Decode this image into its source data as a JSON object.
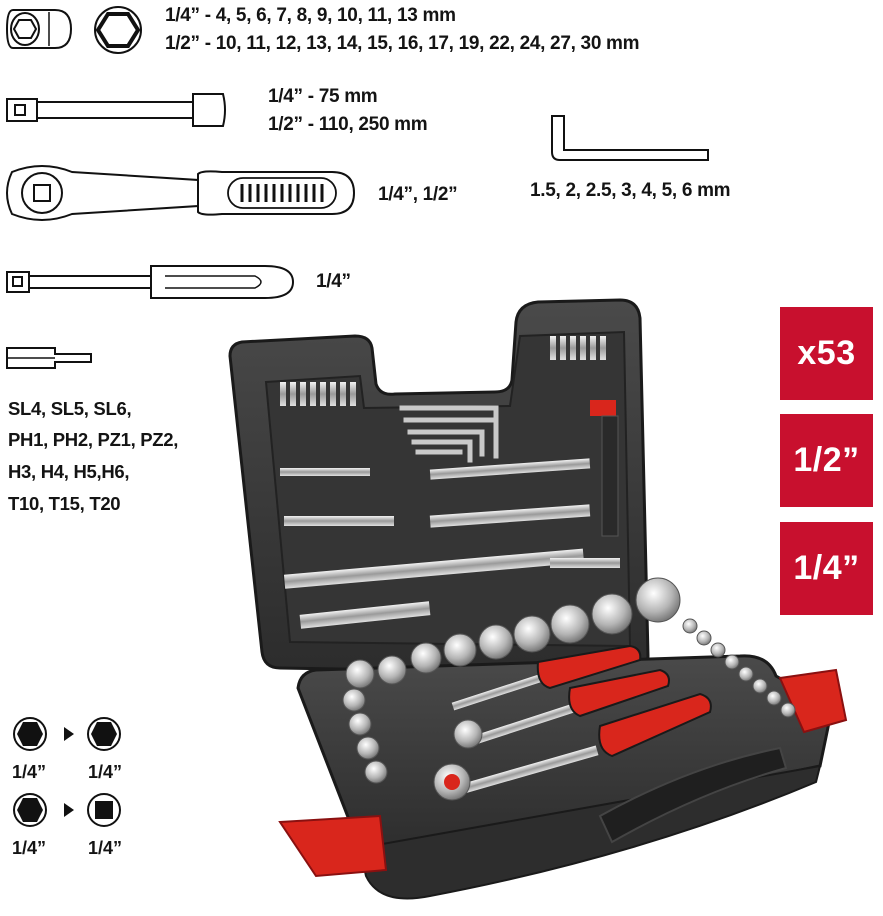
{
  "socket_sizes": {
    "line1": "1/4” - 4, 5, 6, 7, 8, 9, 10, 11, 13 mm",
    "line2": "1/2” - 10, 11, 12, 13, 14, 15, 16, 17, 19, 22, 24, 27, 30 mm"
  },
  "extension_sizes": {
    "line1": "1/4” - 75 mm",
    "line2": "1/2” - 110, 250 mm"
  },
  "ratchet_sizes": "1/4”, 1/2”",
  "screwdriver_size": "1/4”",
  "hex_key_sizes": "1.5, 2, 2.5, 3, 4, 5, 6 mm",
  "bits": {
    "line1": "SL4, SL5, SL6,",
    "line2": "PH1, PH2, PZ1, PZ2,",
    "line3": "H3, H4, H5,H6,",
    "line4": "T10, T15, T20"
  },
  "badges": {
    "count": "x53",
    "drive_half": "1/2”",
    "drive_quarter": "1/4”"
  },
  "adapters": [
    {
      "from": "1/4”",
      "to": "1/4”"
    },
    {
      "from": "1/4”",
      "to": "1/4”"
    }
  ],
  "colors": {
    "badge": "#c8102e",
    "case": "#3a3a3a",
    "accent_red": "#d9261c"
  }
}
